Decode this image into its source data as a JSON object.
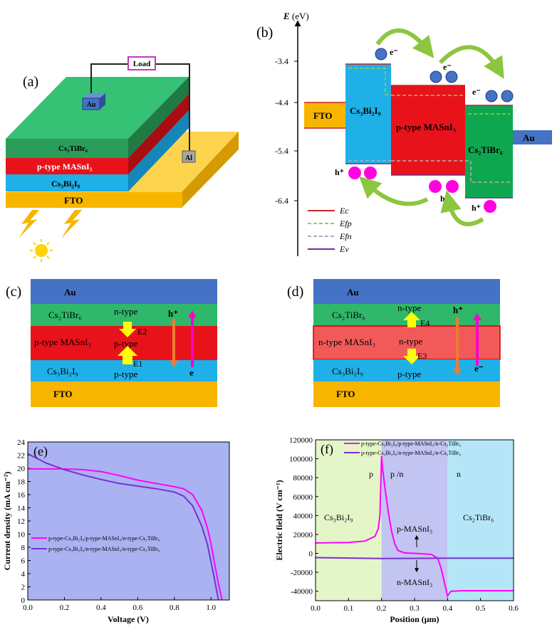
{
  "panel_labels": {
    "a": "(a)",
    "b": "(b)",
    "c": "(c)",
    "d": "(d)",
    "e": "(e)",
    "f": "(f)"
  },
  "panel_a": {
    "load": "Load",
    "au": "Au",
    "al": "Al",
    "layers": [
      "Cs₂TiBr₆",
      "p-type MASnI₃",
      "Cs₃Bi₂I₉",
      "FTO"
    ],
    "colors": {
      "green": "#2fb86a",
      "red": "#e8121a",
      "blue": "#1fb0e8",
      "gold": "#f7b500"
    }
  },
  "panel_b": {
    "ylabel_e": "E",
    "ylabel_unit": " (eV)",
    "ticks": [
      "-3.4",
      "-4.4",
      "-5.4",
      "-6.4"
    ],
    "tick_values": [
      -3.4,
      -4.4,
      -5.4,
      -6.4
    ],
    "fto": "FTO",
    "cs3": "Cs₃Bi₂I₉",
    "mas": "p-type MASnI₃",
    "cs2": "Cs₂TiBr₆",
    "au": "Au",
    "electron": "e⁻",
    "hole": "h⁺",
    "legend": [
      {
        "label": "Ec",
        "color": "#c0262c"
      },
      {
        "label": "Efp",
        "color": "#8fd14f"
      },
      {
        "label": "Efn",
        "color": "#b0b0b0"
      },
      {
        "label": "Ev",
        "color": "#7030a0"
      }
    ]
  },
  "panel_c": {
    "au": "Au",
    "cs2": "Cs₂TiBr₆",
    "mas": "p-type MASnI₃",
    "cs3": "Cs₃Bi₂I₉",
    "fto": "FTO",
    "top_type": "n-type",
    "mid_type": "p-type",
    "bot_type": "p-type",
    "e2": "E2",
    "e1": "E1",
    "h": "h⁺",
    "e": "e"
  },
  "panel_d": {
    "au": "Au",
    "cs2": "Cs₂TiBr₆",
    "mas": "n-type MASnI₃",
    "cs3": "Cs₃Bi₂I₉",
    "fto": "FTO",
    "top_type": "n-type",
    "mid_type": "n-type",
    "bot_type": "p-type",
    "e4": "E4",
    "e3": "E3",
    "h": "h⁺",
    "e": "e⁻"
  },
  "chart_data": [
    {
      "type": "line",
      "xlabel": "Voltage (V)",
      "ylabel": "Current density (mA cm⁻²)",
      "xlim": [
        0,
        1.1
      ],
      "ylim": [
        0,
        24
      ],
      "xticks": [
        0.0,
        0.2,
        0.4,
        0.6,
        0.8,
        1.0
      ],
      "yticks": [
        0,
        2,
        4,
        6,
        8,
        10,
        12,
        14,
        16,
        18,
        20,
        22,
        24
      ],
      "legend_position": "center-right",
      "series": [
        {
          "name": "p-type-Cs₃Bi₂I₉/p-type-MASnI₃/n-type-Cs₂TiBr₆",
          "color": "#ff00ff",
          "x": [
            0,
            0.1,
            0.2,
            0.3,
            0.4,
            0.5,
            0.6,
            0.7,
            0.8,
            0.85,
            0.9,
            0.95,
            0.98,
            1.0,
            1.02,
            1.04,
            1.06
          ],
          "y": [
            19.9,
            19.9,
            19.9,
            19.8,
            19.5,
            18.9,
            18.2,
            17.7,
            17.2,
            16.9,
            16.0,
            13.6,
            11.0,
            8.5,
            5.5,
            2.5,
            0
          ]
        },
        {
          "name": "p-type-Cs₃Bi₂I₉/n-type-MASnI₃/n-type-Cs₂TiBr₆",
          "color": "#7b2ed6",
          "x": [
            0,
            0.05,
            0.1,
            0.2,
            0.3,
            0.4,
            0.5,
            0.6,
            0.7,
            0.8,
            0.85,
            0.9,
            0.95,
            0.98,
            1.0,
            1.02,
            1.04
          ],
          "y": [
            22.2,
            21.5,
            20.8,
            19.8,
            19.0,
            18.3,
            17.7,
            17.3,
            16.9,
            16.4,
            15.8,
            14.3,
            11.2,
            8.5,
            5.8,
            3.0,
            0
          ]
        }
      ]
    },
    {
      "type": "line",
      "xlabel": "Position (μm)",
      "ylabel": "Electric field (V cm⁻¹)",
      "xlim": [
        0,
        0.6
      ],
      "ylim": [
        -50000,
        120000
      ],
      "xticks": [
        0.0,
        0.1,
        0.2,
        0.3,
        0.4,
        0.5,
        0.6
      ],
      "yticks": [
        -40000,
        -20000,
        0,
        20000,
        40000,
        60000,
        80000,
        100000,
        120000
      ],
      "legend_position": "top",
      "regions": [
        {
          "from": 0,
          "to": 0.2,
          "color": "#e4f5c8",
          "label": "p",
          "name": "Cs₃Bi₂I₉"
        },
        {
          "from": 0.2,
          "to": 0.4,
          "color": "#c2c4f2",
          "label": "p /n"
        },
        {
          "from": 0.4,
          "to": 0.6,
          "color": "#b4e6f8",
          "label": "n",
          "name": "Cs₂TiBr₆"
        }
      ],
      "annotations": [
        "p-MASnI₃",
        "n-MASnI₃"
      ],
      "series": [
        {
          "name": "p-type-Cs₃Bi₂I₉/p-type-MASnI₃/n-Cs₂TiBr₆",
          "color": "#ff00ff",
          "x": [
            0,
            0.1,
            0.15,
            0.18,
            0.19,
            0.195,
            0.2,
            0.203,
            0.21,
            0.22,
            0.23,
            0.24,
            0.25,
            0.27,
            0.3,
            0.35,
            0.37,
            0.38,
            0.39,
            0.4,
            0.41,
            0.45,
            0.6
          ],
          "y": [
            11000,
            11500,
            13000,
            18000,
            26000,
            40000,
            103000,
            90000,
            70000,
            45000,
            24000,
            10000,
            3000,
            500,
            0,
            -1000,
            -5000,
            -15000,
            -30000,
            -45000,
            -40000,
            -39500,
            -39500
          ]
        },
        {
          "name": "p-type-Cs₃Bi₂I₉/n-type-MASnI₃/n-Cs₂TiBr₆",
          "color": "#7b2ed6",
          "x": [
            0,
            0.2,
            0.4,
            0.6
          ],
          "y": [
            -4500,
            -5500,
            -5000,
            -5000
          ]
        }
      ]
    }
  ]
}
